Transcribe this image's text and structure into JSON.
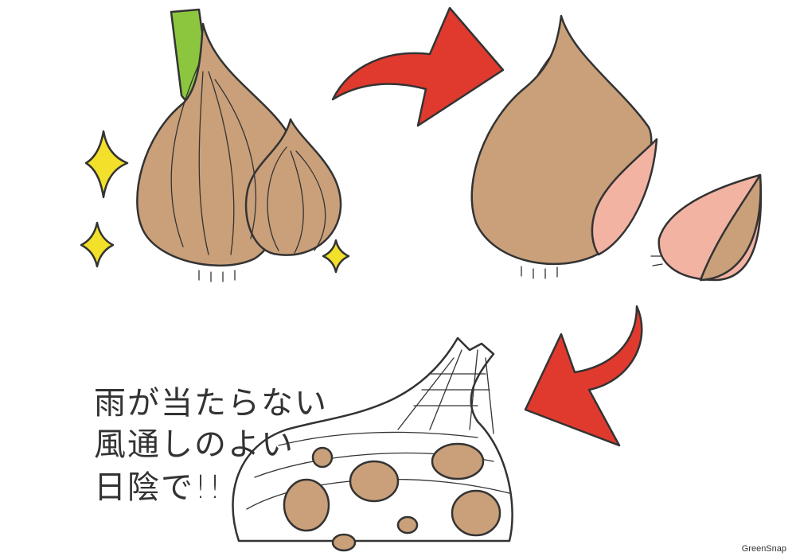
{
  "caption": {
    "lines": [
      "雨が当たらない",
      "風通しのよい",
      "日陰で!!"
    ]
  },
  "watermark": "GreenSnap",
  "colors": {
    "garlic": "#c9a07a",
    "arrow": "#e03a2f",
    "stem": "#8cc63f",
    "sparkle": "#f2e02a",
    "clove_flesh": "#f2b3a3",
    "outline": "#333333"
  }
}
